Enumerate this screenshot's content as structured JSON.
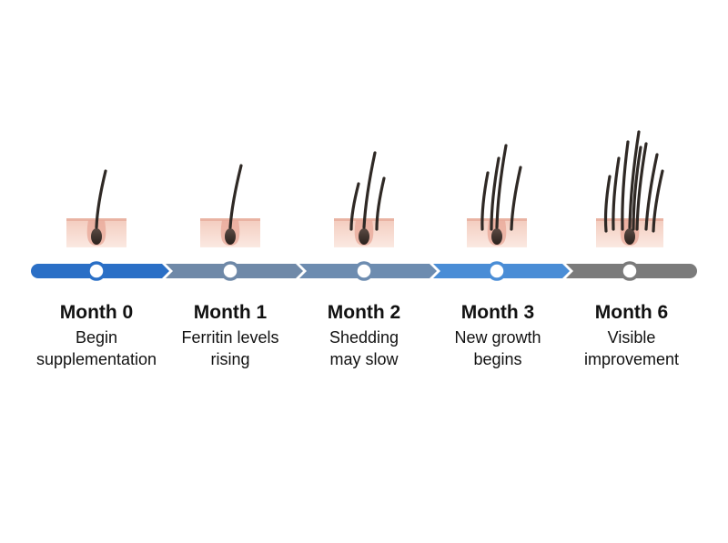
{
  "stages": [
    {
      "title": "Month 0",
      "line1": "Begin",
      "line2": "supplementation"
    },
    {
      "title": "Month 1",
      "line1": "Ferritin levels",
      "line2": "rising"
    },
    {
      "title": "Month 2",
      "line1": "Shedding",
      "line2": "may slow"
    },
    {
      "title": "Month 3",
      "line1": "New growth",
      "line2": "begins"
    },
    {
      "title": "Month 6",
      "line1": "Visible",
      "line2": "improvement"
    }
  ],
  "colors": {
    "segment_0": "#2a6fc6",
    "segment_1": "#6f89a8",
    "segment_2": "#6d8cb0",
    "segment_3": "#4a8dd6",
    "segment_4": "#7b7b7b",
    "skin_top": "#f3cbbd",
    "skin_bottom": "#fbe9e2",
    "follicle": "#e8a797",
    "hair": "#2f2925"
  },
  "hair_strands_per_stage": [
    1,
    1,
    3,
    4,
    8
  ]
}
